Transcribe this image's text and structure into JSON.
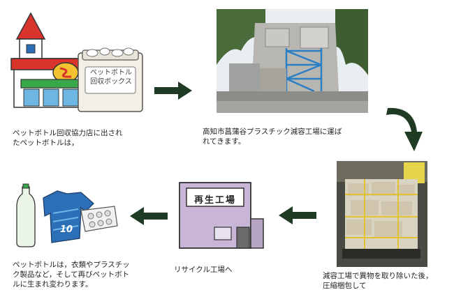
{
  "store_sign": "ペットボトル回収ボックス",
  "factory_sign": "再生工場",
  "shirt_number": "10",
  "captions": {
    "step1": "ペットボトル回収協力店に出され\nたペットボトルは，",
    "step2": "高知市菖蒲谷プラスチック減容工場に運ば\nれてきます。",
    "step3": "減容工場で異物を取り除いた後，\n圧縮梱包して",
    "step4": "リサイクル工場へ",
    "step5": "ペットボトルは，衣類やプラスチッ\nク製品など，そして再びペットボト\nルに生まれ変わります。"
  },
  "colors": {
    "arrow": "#1f3b24",
    "store_roof": "#d9342b",
    "store_awning": "#3aa84a",
    "factory_wall": "#c9b6d6"
  }
}
